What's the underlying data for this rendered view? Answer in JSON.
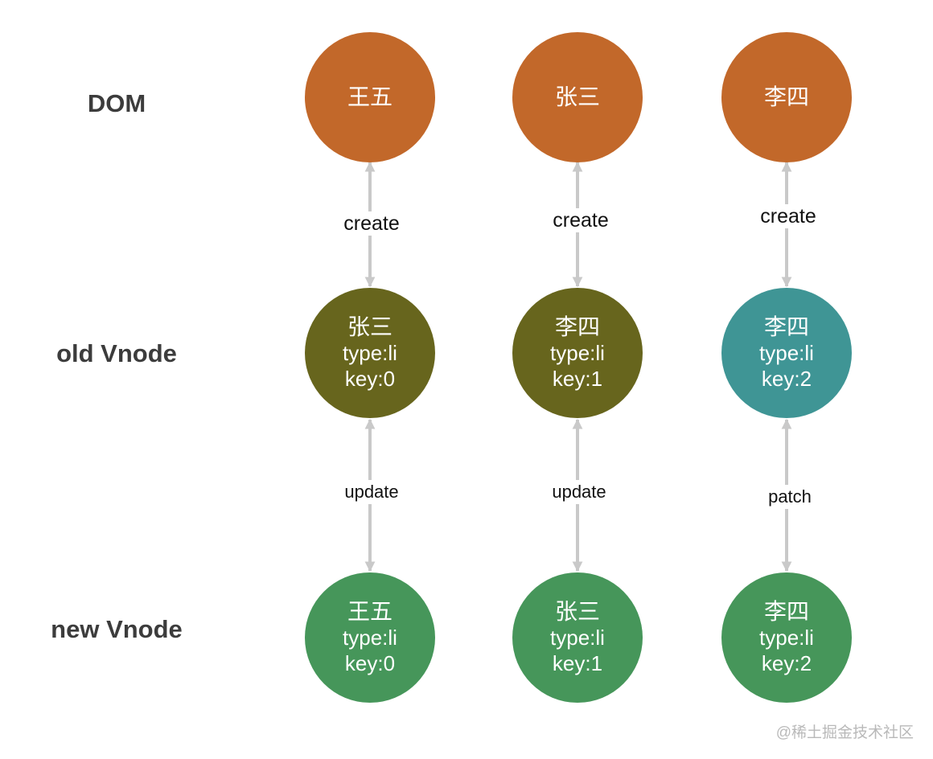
{
  "rows": [
    {
      "label": "DOM"
    },
    {
      "label": "old Vnode"
    },
    {
      "label": "new Vnode"
    }
  ],
  "colors": {
    "dom": "#c2682a",
    "old": "#67651d",
    "old_highlight": "#3f9595",
    "new": "#46965a",
    "arrow": "#c9c9c9"
  },
  "dom_nodes": [
    {
      "name": "王五"
    },
    {
      "name": "张三"
    },
    {
      "name": "李四"
    }
  ],
  "old_vnodes": [
    {
      "name": "张三",
      "type": "type:li",
      "key": "key:0",
      "color": "old"
    },
    {
      "name": "李四",
      "type": "type:li",
      "key": "key:1",
      "color": "old"
    },
    {
      "name": "李四",
      "type": "type:li",
      "key": "key:2",
      "color": "old_highlight"
    }
  ],
  "new_vnodes": [
    {
      "name": "王五",
      "type": "type:li",
      "key": "key:0"
    },
    {
      "name": "张三",
      "type": "type:li",
      "key": "key:1"
    },
    {
      "name": "李四",
      "type": "type:li",
      "key": "key:2"
    }
  ],
  "dom_links": [
    {
      "label": "create"
    },
    {
      "label": "create"
    },
    {
      "label": "create"
    }
  ],
  "vnode_links": [
    {
      "label": "update"
    },
    {
      "label": "update"
    },
    {
      "label": "patch"
    }
  ],
  "watermark": "@稀土掘金技术社区"
}
